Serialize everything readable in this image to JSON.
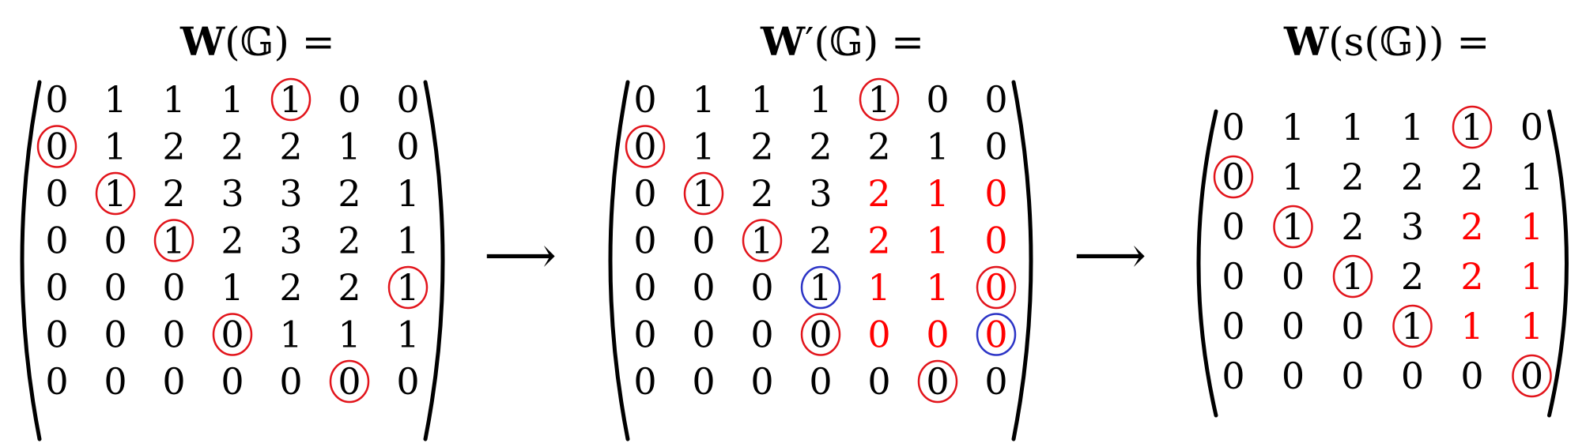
{
  "colors": {
    "text": "#000000",
    "highlight": "#ff0000",
    "ring_red": "#e2141b",
    "ring_blue": "#2c34c6"
  },
  "matrices": [
    {
      "title_bold": "W",
      "title_rest": "(𝔾) =",
      "rows": [
        [
          "0",
          "1",
          "1",
          "1",
          "1",
          "0",
          "0"
        ],
        [
          "0",
          "1",
          "2",
          "2",
          "2",
          "1",
          "0"
        ],
        [
          "0",
          "1",
          "2",
          "3",
          "3",
          "2",
          "1"
        ],
        [
          "0",
          "0",
          "1",
          "2",
          "3",
          "2",
          "1"
        ],
        [
          "0",
          "0",
          "0",
          "1",
          "2",
          "2",
          "1"
        ],
        [
          "0",
          "0",
          "0",
          "0",
          "1",
          "1",
          "1"
        ],
        [
          "0",
          "0",
          "0",
          "0",
          "0",
          "0",
          "0"
        ]
      ],
      "red_cells": [],
      "circled_red": [
        [
          0,
          4
        ],
        [
          1,
          0
        ],
        [
          2,
          1
        ],
        [
          3,
          2
        ],
        [
          4,
          6
        ],
        [
          5,
          3
        ],
        [
          6,
          5
        ]
      ],
      "circled_blue": []
    },
    {
      "title_bold": "W",
      "title_rest": "′(𝔾) =",
      "rows": [
        [
          "0",
          "1",
          "1",
          "1",
          "1",
          "0",
          "0"
        ],
        [
          "0",
          "1",
          "2",
          "2",
          "2",
          "1",
          "0"
        ],
        [
          "0",
          "1",
          "2",
          "3",
          "2",
          "1",
          "0"
        ],
        [
          "0",
          "0",
          "1",
          "2",
          "2",
          "1",
          "0"
        ],
        [
          "0",
          "0",
          "0",
          "1",
          "1",
          "1",
          "0"
        ],
        [
          "0",
          "0",
          "0",
          "0",
          "0",
          "0",
          "0"
        ],
        [
          "0",
          "0",
          "0",
          "0",
          "0",
          "0",
          "0"
        ]
      ],
      "red_cells": [
        [
          2,
          4
        ],
        [
          2,
          5
        ],
        [
          2,
          6
        ],
        [
          3,
          4
        ],
        [
          3,
          5
        ],
        [
          3,
          6
        ],
        [
          4,
          4
        ],
        [
          4,
          5
        ],
        [
          4,
          6
        ],
        [
          5,
          4
        ],
        [
          5,
          5
        ],
        [
          5,
          6
        ]
      ],
      "circled_red": [
        [
          0,
          4
        ],
        [
          1,
          0
        ],
        [
          2,
          1
        ],
        [
          3,
          2
        ],
        [
          4,
          6
        ],
        [
          5,
          3
        ],
        [
          6,
          5
        ]
      ],
      "circled_blue": [
        [
          4,
          3
        ],
        [
          5,
          6
        ]
      ]
    },
    {
      "title_bold": "W",
      "title_rest": "(s(𝔾)) =",
      "rows": [
        [
          "0",
          "1",
          "1",
          "1",
          "1",
          "0"
        ],
        [
          "0",
          "1",
          "2",
          "2",
          "2",
          "1"
        ],
        [
          "0",
          "1",
          "2",
          "3",
          "2",
          "1"
        ],
        [
          "0",
          "0",
          "1",
          "2",
          "2",
          "1"
        ],
        [
          "0",
          "0",
          "0",
          "1",
          "1",
          "1"
        ],
        [
          "0",
          "0",
          "0",
          "0",
          "0",
          "0"
        ]
      ],
      "red_cells": [
        [
          2,
          4
        ],
        [
          2,
          5
        ],
        [
          3,
          4
        ],
        [
          3,
          5
        ],
        [
          4,
          4
        ],
        [
          4,
          5
        ]
      ],
      "circled_red": [
        [
          0,
          4
        ],
        [
          1,
          0
        ],
        [
          2,
          1
        ],
        [
          3,
          2
        ],
        [
          4,
          3
        ],
        [
          5,
          5
        ]
      ],
      "circled_blue": []
    }
  ],
  "arrows": [
    "⟶",
    "⟶"
  ]
}
